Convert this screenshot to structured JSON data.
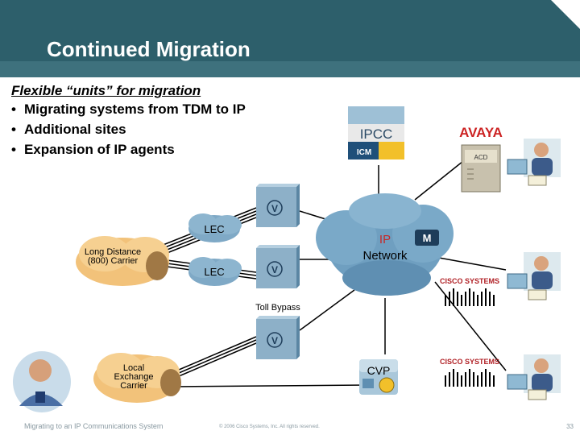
{
  "slide": {
    "title": "Continued Migration",
    "intro": "Flexible “units” for migration",
    "bullets": [
      "Migrating systems from TDM to IP",
      "Additional sites",
      "Expansion of IP agents"
    ]
  },
  "diagram": {
    "lec_top": "LEC",
    "lec_bottom": "LEC",
    "long_distance": "Long Distance (800) Carrier",
    "local_exchange": "Local Exchange Carrier",
    "toll_bypass": "Toll Bypass",
    "ip_network": "IP Network",
    "ipcc": "IPCC",
    "icm": "ICM",
    "avaya": "AVAYA",
    "acd": "ACD",
    "cvp": "CVP",
    "cisco_1": "CISCO SYSTEMS",
    "cisco_2": "CISCO SYSTEMS",
    "m_badge": "M",
    "v_badge": "V"
  },
  "footer": {
    "left": "Migrating to an IP Communications System",
    "center": "© 2006 Cisco Systems, Inc. All rights reserved.",
    "page": "33"
  },
  "colors": {
    "header": "#2d5f6b",
    "cloud": "#6f9fc0",
    "avaya_red": "#cc2222",
    "cisco_red": "#b01f24"
  }
}
